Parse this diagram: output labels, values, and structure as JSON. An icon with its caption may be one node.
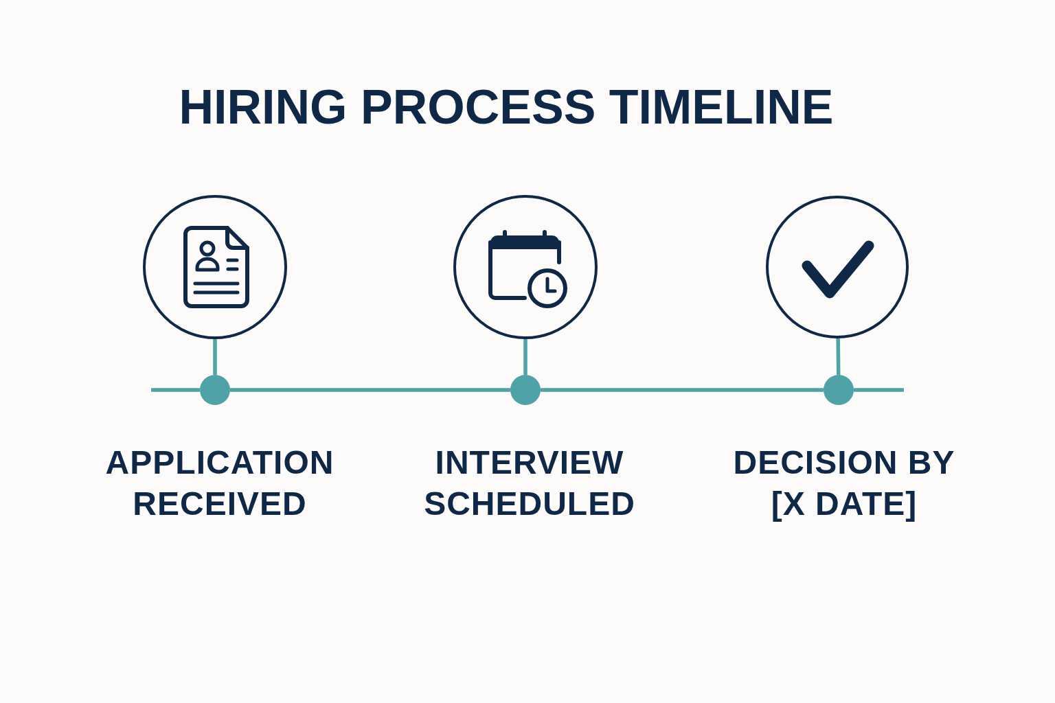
{
  "diagram": {
    "title": "HIRING PROCESS TIMELINE",
    "nodes": [
      {
        "text": [],
        "shape": "circle"
      },
      {
        "text": [],
        "shape": "circle",
        "beside": [
          "APPLICATION RECEIVED"
        ]
      },
      {
        "text": [],
        "shape": "circle"
      },
      {
        "text": [],
        "shape": "circle",
        "beside": [
          "INTERVIEW SCHEDULED"
        ]
      },
      {
        "text": [],
        "shape": "circle"
      },
      {
        "text": [],
        "shape": "circle",
        "beside": [
          "DECISION BY [X DATE]"
        ]
      }
    ],
    "edges": [
      {
        "from": 0,
        "to": 1,
        "arrow": "none"
      },
      {
        "from": null,
        "to": 1,
        "arrow": "none"
      },
      {
        "from": 1,
        "to": 3,
        "arrow": "none"
      },
      {
        "from": 2,
        "to": 3,
        "arrow": "none"
      },
      {
        "from": 3,
        "to": 5,
        "arrow": "none"
      },
      {
        "from": 4,
        "to": 5,
        "arrow": "none"
      },
      {
        "from": 5,
        "to": null,
        "arrow": "none"
      }
    ]
  }
}
